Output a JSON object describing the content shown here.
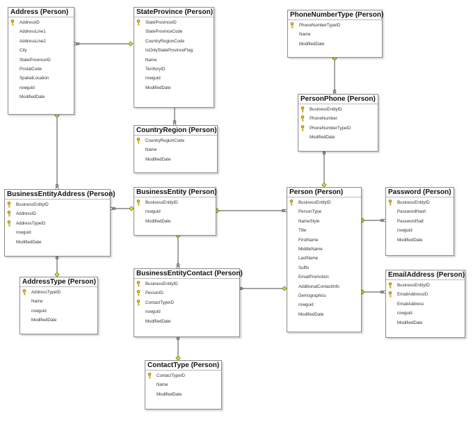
{
  "colors": {
    "key": "#c8a100",
    "line": "#6a6a6a",
    "border": "#8a8a8a",
    "endpoint": "#e0e000"
  },
  "icons": {
    "key": "key-icon",
    "one_end": "key-endpoint",
    "many_end": "infinity-endpoint"
  },
  "tables": [
    {
      "id": "address",
      "title": "Address (Person)",
      "columns": [
        {
          "name": "AddressID",
          "pk": true
        },
        {
          "name": "AddressLine1",
          "pk": false
        },
        {
          "name": "AddressLine2",
          "pk": false
        },
        {
          "name": "City",
          "pk": false
        },
        {
          "name": "StateProvinceID",
          "pk": false
        },
        {
          "name": "PostalCode",
          "pk": false
        },
        {
          "name": "SpatialLocation",
          "pk": false
        },
        {
          "name": "rowguid",
          "pk": false
        },
        {
          "name": "ModifiedDate",
          "pk": false
        }
      ]
    },
    {
      "id": "stateprovince",
      "title": "StateProvince (Person)",
      "columns": [
        {
          "name": "StateProvinceID",
          "pk": true
        },
        {
          "name": "StateProvinceCode",
          "pk": false
        },
        {
          "name": "CountryRegionCode",
          "pk": false
        },
        {
          "name": "IsOnlyStateProvinceFlag",
          "pk": false
        },
        {
          "name": "Name",
          "pk": false
        },
        {
          "name": "TerritoryID",
          "pk": false
        },
        {
          "name": "rowguid",
          "pk": false
        },
        {
          "name": "ModifiedDate",
          "pk": false
        }
      ]
    },
    {
      "id": "phonenumbertype",
      "title": "PhoneNumberType (Person)",
      "columns": [
        {
          "name": "PhoneNumberTypeID",
          "pk": true
        },
        {
          "name": "Name",
          "pk": false
        },
        {
          "name": "ModifiedDate",
          "pk": false
        }
      ]
    },
    {
      "id": "personphone",
      "title": "PersonPhone (Person)",
      "columns": [
        {
          "name": "BusinessEntityID",
          "pk": true
        },
        {
          "name": "PhoneNumber",
          "pk": true
        },
        {
          "name": "PhoneNumberTypeID",
          "pk": true
        },
        {
          "name": "ModifiedDate",
          "pk": false
        }
      ]
    },
    {
      "id": "countryregion",
      "title": "CountryRegion (Person)",
      "columns": [
        {
          "name": "CountryRegionCode",
          "pk": true
        },
        {
          "name": "Name",
          "pk": false
        },
        {
          "name": "ModifiedDate",
          "pk": false
        }
      ]
    },
    {
      "id": "businessentityaddress",
      "title": "BusinessEntityAddress (Person)",
      "columns": [
        {
          "name": "BusinessEntityID",
          "pk": true
        },
        {
          "name": "AddressID",
          "pk": true
        },
        {
          "name": "AddressTypeID",
          "pk": true
        },
        {
          "name": "rowguid",
          "pk": false
        },
        {
          "name": "ModifiedDate",
          "pk": false
        }
      ]
    },
    {
      "id": "businessentity",
      "title": "BusinessEntity (Person)",
      "columns": [
        {
          "name": "BusinessEntityID",
          "pk": true
        },
        {
          "name": "rowguid",
          "pk": false
        },
        {
          "name": "ModifiedDate",
          "pk": false
        }
      ]
    },
    {
      "id": "person",
      "title": "Person (Person)",
      "columns": [
        {
          "name": "BusinessEntityID",
          "pk": true
        },
        {
          "name": "PersonType",
          "pk": false
        },
        {
          "name": "NameStyle",
          "pk": false
        },
        {
          "name": "Title",
          "pk": false
        },
        {
          "name": "FirstName",
          "pk": false
        },
        {
          "name": "MiddleName",
          "pk": false
        },
        {
          "name": "LastName",
          "pk": false
        },
        {
          "name": "Suffix",
          "pk": false
        },
        {
          "name": "EmailPromotion",
          "pk": false
        },
        {
          "name": "AdditionalContactInfo",
          "pk": false
        },
        {
          "name": "Demographics",
          "pk": false
        },
        {
          "name": "rowguid",
          "pk": false
        },
        {
          "name": "ModifiedDate",
          "pk": false
        }
      ]
    },
    {
      "id": "password",
      "title": "Password (Person)",
      "columns": [
        {
          "name": "BusinessEntityID",
          "pk": true
        },
        {
          "name": "PasswordHash",
          "pk": false
        },
        {
          "name": "PasswordSalt",
          "pk": false
        },
        {
          "name": "rowguid",
          "pk": false
        },
        {
          "name": "ModifiedDate",
          "pk": false
        }
      ]
    },
    {
      "id": "addresstype",
      "title": "AddressType (Person)",
      "columns": [
        {
          "name": "AddressTypeID",
          "pk": true
        },
        {
          "name": "Name",
          "pk": false
        },
        {
          "name": "rowguid",
          "pk": false
        },
        {
          "name": "ModifiedDate",
          "pk": false
        }
      ]
    },
    {
      "id": "businessentitycontact",
      "title": "BusinessEntityContact (Person)",
      "columns": [
        {
          "name": "BusinessEntityID",
          "pk": true
        },
        {
          "name": "PersonID",
          "pk": true
        },
        {
          "name": "ContactTypeID",
          "pk": true
        },
        {
          "name": "rowguid",
          "pk": false
        },
        {
          "name": "ModifiedDate",
          "pk": false
        }
      ]
    },
    {
      "id": "emailaddress",
      "title": "EmailAddress (Person)",
      "columns": [
        {
          "name": "BusinessEntityID",
          "pk": true
        },
        {
          "name": "EmailAddressID",
          "pk": true
        },
        {
          "name": "EmailAddress",
          "pk": false
        },
        {
          "name": "rowguid",
          "pk": false
        },
        {
          "name": "ModifiedDate",
          "pk": false
        }
      ]
    },
    {
      "id": "contacttype",
      "title": "ContactType (Person)",
      "columns": [
        {
          "name": "ContactTypeID",
          "pk": true
        },
        {
          "name": "Name",
          "pk": false
        },
        {
          "name": "ModifiedDate",
          "pk": false
        }
      ]
    }
  ]
}
